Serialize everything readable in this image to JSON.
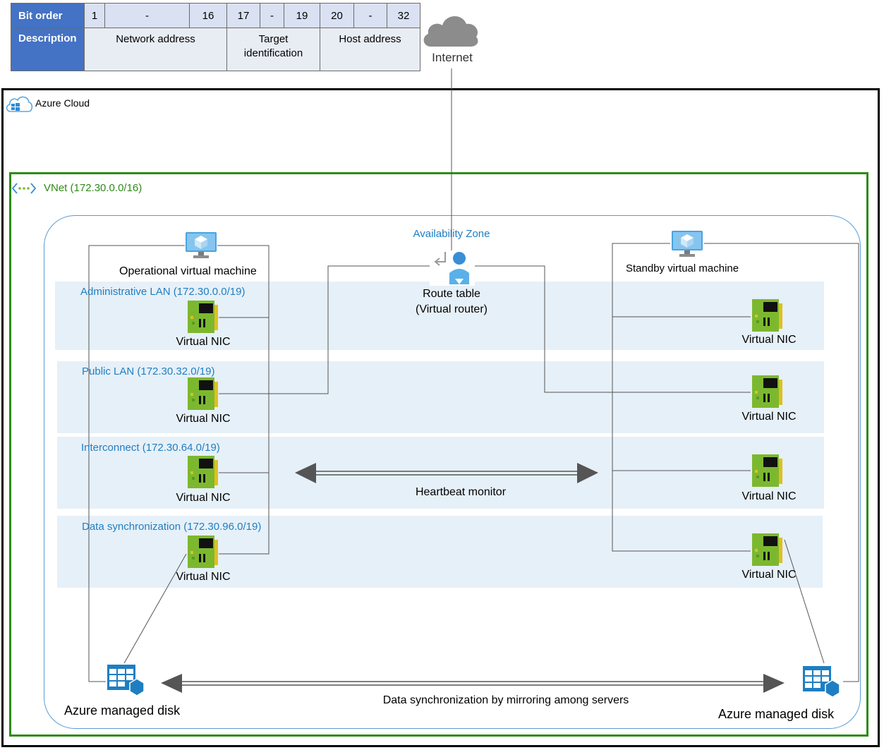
{
  "bit_table": {
    "row1": {
      "header": "Bit order",
      "cells": [
        "1",
        "-",
        "16",
        "17",
        "-",
        "19",
        "20",
        "-",
        "32"
      ]
    },
    "row2": {
      "header": "Description",
      "network": "Network address",
      "target_line1": "Target",
      "target_line2": "identification",
      "host": "Host address"
    }
  },
  "internet_label": "Internet",
  "azure_cloud_label": "Azure Cloud",
  "vnet_label": "VNet (172.30.0.0/16)",
  "availability_zone_label": "Availability Zone",
  "route_table": {
    "line1": "Route table",
    "line2": "(Virtual router)"
  },
  "operational_vm_label": "Operational virtual machine",
  "standby_vm_label": "Standby virtual machine",
  "lans": [
    {
      "label": "Administrative  LAN (172.30.0.0/19)"
    },
    {
      "label": "Public LAN (172.30.32.0/19)"
    },
    {
      "label": "Interconnect  (172.30.64.0/19)"
    },
    {
      "label": "Data synchronization  (172.30.96.0/19)"
    }
  ],
  "nic_label": "Virtual NIC",
  "heartbeat_label": "Heartbeat monitor",
  "disk_left_label": "Azure managed disk",
  "disk_right_label": "Azure managed disk",
  "mirror_label": "Data synchronization by mirroring among servers",
  "colors": {
    "header_blue": "#4472c4",
    "cell_blue": "#d9e1f2",
    "vnet_green": "#2e8b17",
    "az_blue": "#1f7ec2",
    "band": "#e6f0f8",
    "nic_green": "#7cb82f"
  },
  "icons": [
    "cloud-icon",
    "azure-cloud-icon",
    "vnet-icon",
    "vm-monitor-icon",
    "route-table-icon",
    "nic-icon",
    "managed-disk-icon"
  ]
}
